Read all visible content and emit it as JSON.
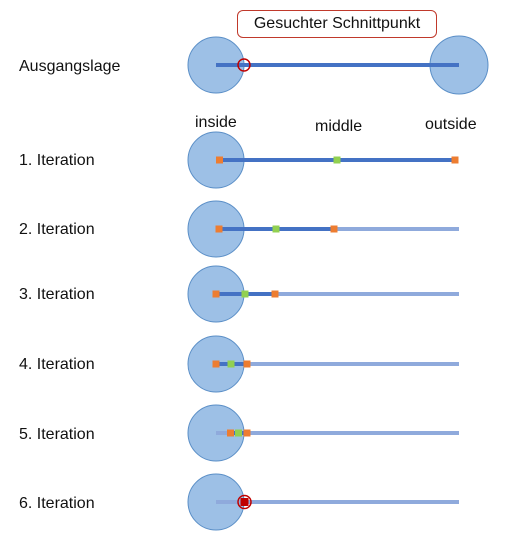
{
  "callout": "Gesuchter Schnittpunkt",
  "columns": {
    "inside": "inside",
    "middle": "middle",
    "outside": "outside"
  },
  "rows": [
    {
      "label": "Ausgangslage"
    },
    {
      "label": "1. Iteration"
    },
    {
      "label": "2. Iteration"
    },
    {
      "label": "3. Iteration"
    },
    {
      "label": "4. Iteration"
    },
    {
      "label": "5. Iteration"
    },
    {
      "label": "6. Iteration"
    }
  ],
  "colors": {
    "circle_fill": "#9dc0e6",
    "circle_stroke": "#5b8fc7",
    "active_segment": "#4472c4",
    "inactive_segment": "#8faadc",
    "outer_point": "#ed7d31",
    "middle_point": "#92d050",
    "target_marker": "#c00000"
  }
}
